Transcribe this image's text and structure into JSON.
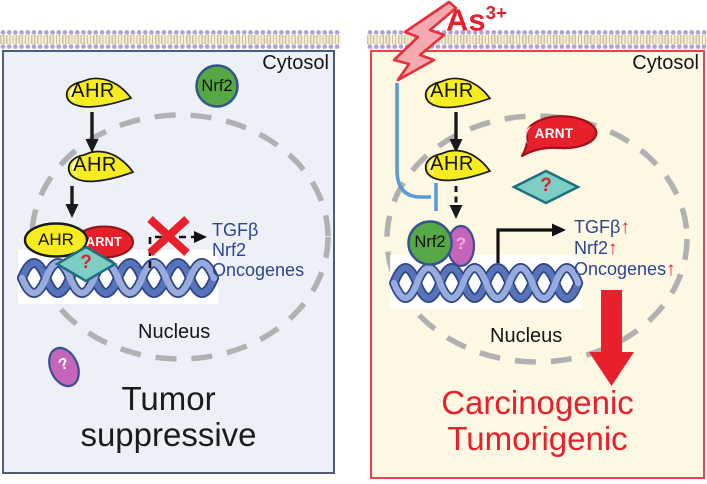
{
  "left_panel": {
    "region_labels": {
      "cytosol": "Cytosol",
      "nucleus": "Nucleus"
    },
    "molecules": {
      "ahr_cytosol": "AHR",
      "ahr_nuclear": "AHR",
      "nrf2_cytosol": "Nrf2",
      "complex_ahr": "AHR",
      "complex_arnt": "ARNT",
      "dna_unknown_factor": "?",
      "free_unknown_factor": "?"
    },
    "genes": [
      "TGFβ",
      "Nrf2",
      "Oncogenes"
    ],
    "transcription_blocked": true,
    "caption": [
      "Tumor",
      "suppressive"
    ]
  },
  "right_panel": {
    "stressor": {
      "symbol": "As",
      "charge": "3+"
    },
    "region_labels": {
      "cytosol": "Cytosol",
      "nucleus": "Nucleus"
    },
    "molecules": {
      "ahr_cytosol": "AHR",
      "ahr_nuclear": "AHR",
      "arnt_free": "ARNT",
      "nrf2_dna": "Nrf2",
      "unknown_diamond": "?",
      "unknown_oval": "?"
    },
    "genes": [
      {
        "name": "TGFβ",
        "arrow": "↑"
      },
      {
        "name": "Nrf2",
        "arrow": "↑"
      },
      {
        "name": "Oncogenes",
        "arrow": "↑"
      }
    ],
    "transcription_active": true,
    "caption": [
      "Carcinogenic",
      "Tumorigenic"
    ]
  },
  "colors": {
    "left_bg": "#edf1f7",
    "left_border": "#4d5c7d",
    "right_bg": "#fdf8e4",
    "right_border": "#e6434d",
    "accent_red": "#e8202c",
    "gene_text_blue": "#2b4590",
    "ahr_yellow": "#f7ec1f",
    "nrf2_green": "#56a847",
    "diamond_teal": "#7ecec6",
    "oval_purple": "#c565b9",
    "membrane_head_purple": "#b2a3cc",
    "inhibition_blue": "#5b9bd5",
    "nucleus_dash_gray": "#b1b1b1"
  }
}
